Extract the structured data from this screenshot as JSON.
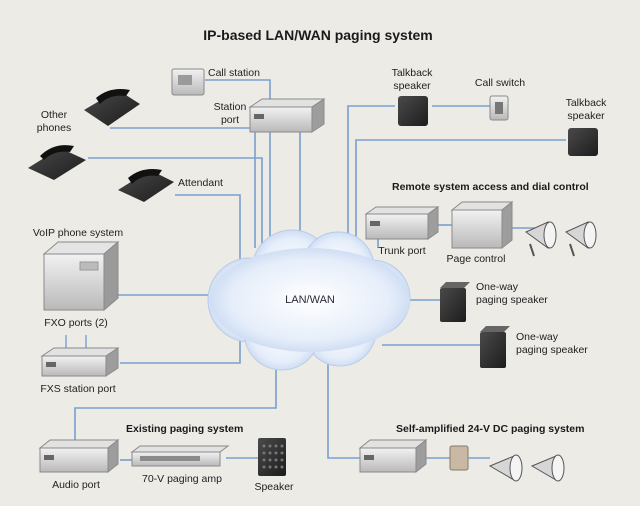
{
  "title": "IP-based LAN/WAN paging system",
  "network_label": "LAN/WAN",
  "labels": {
    "call_station": "Call station",
    "station_port": "Station port",
    "other_phones": "Other phones",
    "attendant": "Attendant",
    "talkback_speaker_1": "Talkback speaker",
    "call_switch": "Call switch",
    "talkback_speaker_2": "Talkback speaker",
    "voip_phone_system": "VoIP phone system",
    "fxo_ports": "FXO ports (2)",
    "fxs_station_port": "FXS station port",
    "trunk_port": "Trunk port",
    "page_control": "Page control",
    "one_way_paging_speaker_1": "One-way paging speaker",
    "one_way_paging_speaker_2": "One-way paging speaker",
    "audio_port": "Audio port",
    "paging_amp": "70-V paging amp",
    "speaker": "Speaker"
  },
  "sections": {
    "remote": "Remote system access and dial control",
    "existing": "Existing paging system",
    "self_amplified": "Self-amplified 24-V DC paging system"
  },
  "colors": {
    "background": "#ecebe6",
    "connector": "#7a9fcf",
    "cloud": "#e2ebf8",
    "device_light": "#d8d8d8",
    "device_dark": "#2e2e2e"
  }
}
